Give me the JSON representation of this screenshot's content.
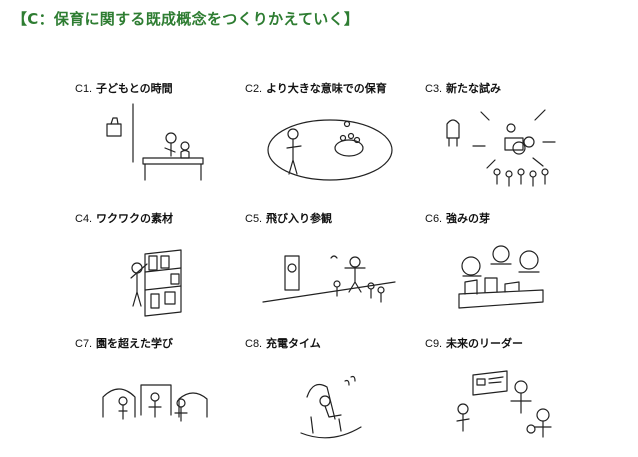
{
  "title": "【C：保育に関する既成概念をつくりかえていく】",
  "cells": [
    {
      "code": "C1.",
      "label": "子どもとの時間"
    },
    {
      "code": "C2.",
      "label": "より大きな意味での保育"
    },
    {
      "code": "C3.",
      "label": "新たな試み"
    },
    {
      "code": "C4.",
      "label": "ワクワクの素材"
    },
    {
      "code": "C5.",
      "label": "飛び入り参観"
    },
    {
      "code": "C6.",
      "label": "強みの芽"
    },
    {
      "code": "C7.",
      "label": "園を超えた学び"
    },
    {
      "code": "C8.",
      "label": "充電タイム"
    },
    {
      "code": "C9.",
      "label": "未来のリーダー"
    }
  ]
}
